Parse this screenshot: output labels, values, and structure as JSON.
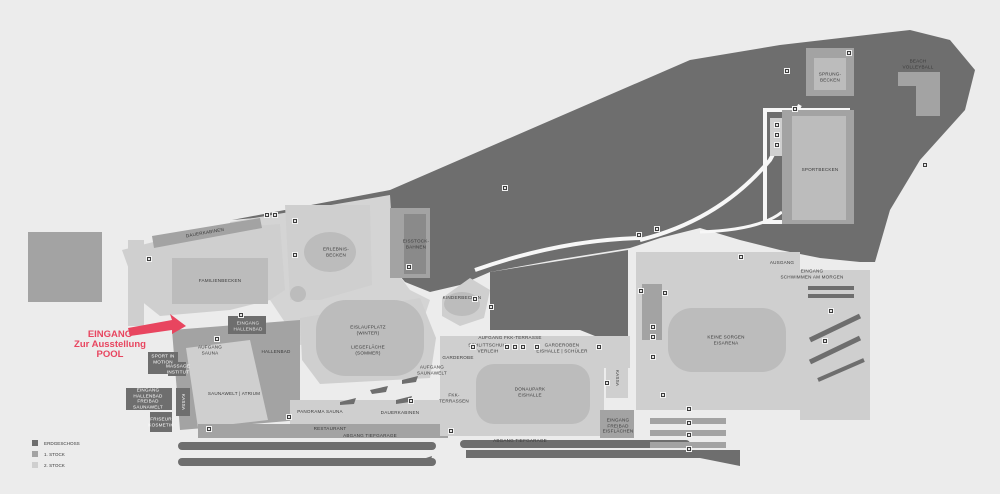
{
  "entrance": {
    "line1": "EINGANG",
    "line2": "Zur Ausstellung",
    "line3": "POOL",
    "color": "#e8455f"
  },
  "labels": {
    "dauerkabinen_top": "DAUERKABINEN",
    "familienbecken": "FAMILIENBECKEN",
    "erlebnisbecken": "ERLEBNIS-\nBECKEN",
    "eisstockbahnen": "EISSTOCK-\nBAHNEN",
    "sprungbecken": "SPRUNG-\nBECKEN",
    "sportbecken": "SPORTBECKEN",
    "beach_volleyball": "BEACH\nVOLLEYBALL",
    "kinderbecken": "KINDERBECKEN",
    "eislaufplatz": "EISLAUFPLATZ\n(WINTER)",
    "liegeflaeche": "LIEGEFLÄCHE\n(SOMMER)",
    "keine_sorgen": "KEINE SORGEN\nEISARENA",
    "donaupark": "DONAUPARK\nEISHALLE",
    "saunawelt": "SAUNAWELT | ATRIUM",
    "hallenbad": "HALLENBAD",
    "aufgang_sauna": "AUFGANG\nSAUNA",
    "eingang_hallenbad_sm": "EINGANG\nHALLENBAD",
    "sport_in_motion": "SPORT IN\nMOTION",
    "massage_institut": "MASSAGE\nINSTITUT",
    "eingang_hallenbad": "EINGANG\nHALLENBAD\nFREIBAD\nSAUNAWELT",
    "kassa_left": "KASSA",
    "friseur": "FRISEUR\nKOSMETIK",
    "panorama_sauna": "PANORAMA SAUNA",
    "dauerkabinen_bottom": "DAUERKABINEN",
    "restaurant": "RESTAURANT",
    "abgang_tiefgarage_left": "ABGANG TIEFGARAGE",
    "abgang_tiefgarage_right": "ABGANG TIEFGARAGE",
    "aufgang_fkk": "AUFGANG FKK-TERRASSE",
    "schuhwechsel": "SCHLITTSCHUH-\nVERLEIH",
    "garderoben": "GARDEROBEN\nEISHALLE | SCHÜLER",
    "garderobe": "GARDEROBE",
    "aufgang_saunawelt": "AUFGANG\nSAUNAWELT",
    "fkk_terrassen": "FKK-\nTERRASSEN",
    "kassa_right": "KASSA",
    "eingang_freibad": "EINGANG\nFREIBAD\nEISFLÄCHEN",
    "ausgang": "AUSGANG",
    "eingang_schwimmen": "EINGANG\nSCHWIMMEN AM MORGEN"
  },
  "legend": [
    {
      "label": "ERDGESCHOSS",
      "color": "#6e6e6e"
    },
    {
      "label": "1. STOCK",
      "color": "#a3a3a3"
    },
    {
      "label": "2. STOCK",
      "color": "#cfcfcf"
    }
  ],
  "colors": {
    "background": "#ececec",
    "ground_floor": "#6e6e6e",
    "first_floor": "#a3a3a3",
    "second_floor": "#cfcfcf",
    "pool": "#bcbcbc",
    "path": "#f7f7f7",
    "entrance_arrow": "#e8455f"
  },
  "icons": [
    "toilet-icon",
    "info-icon",
    "stairs-icon",
    "elevator-icon",
    "shower-icon",
    "restaurant-icon",
    "wheelchair-icon"
  ]
}
